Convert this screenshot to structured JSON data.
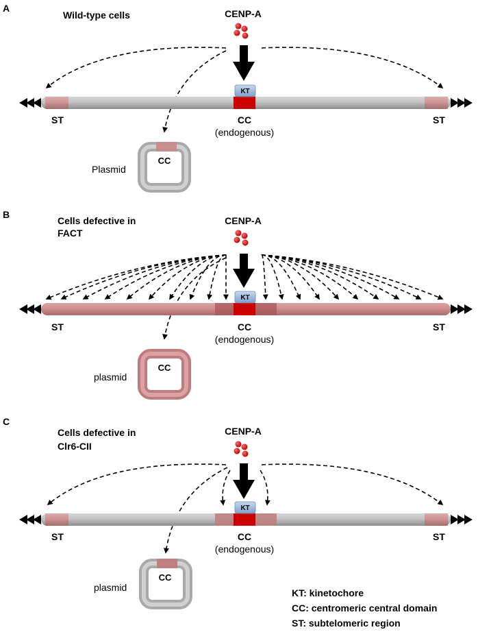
{
  "panels": [
    {
      "letter": "A",
      "title_lines": [
        "Wild-type cells"
      ],
      "protein": "CENP-A",
      "kinetochore": "KT",
      "left_label": "ST",
      "center_label": "CC",
      "center_sub": "(endogenous)",
      "right_label": "ST",
      "plasmid_label": "Plasmid",
      "plasmid_cc": "CC"
    },
    {
      "letter": "B",
      "title_lines": [
        "Cells defective in",
        "FACT"
      ],
      "protein": "CENP-A",
      "kinetochore": "KT",
      "left_label": "ST",
      "center_label": "CC",
      "center_sub": "(endogenous)",
      "right_label": "ST",
      "plasmid_label": "plasmid",
      "plasmid_cc": "CC"
    },
    {
      "letter": "C",
      "title_lines": [
        "Cells defective in",
        "Clr6-CII"
      ],
      "protein": "CENP-A",
      "kinetochore": "KT",
      "left_label": "ST",
      "center_label": "CC",
      "center_sub": "(endogenous)",
      "right_label": "ST",
      "plasmid_label": "plasmid",
      "plasmid_cc": "CC"
    }
  ],
  "legend": [
    "KT: kinetochore",
    "CC: centromeric central domain",
    "ST: subtelomeric region"
  ],
  "colors": {
    "chromosome_gray": "#b4b4b4",
    "pink_domain": "#c98888",
    "red_core": "#cc0000",
    "kinetochore_blue": "#9db7d8",
    "cenpa_dot": "#c81414"
  }
}
